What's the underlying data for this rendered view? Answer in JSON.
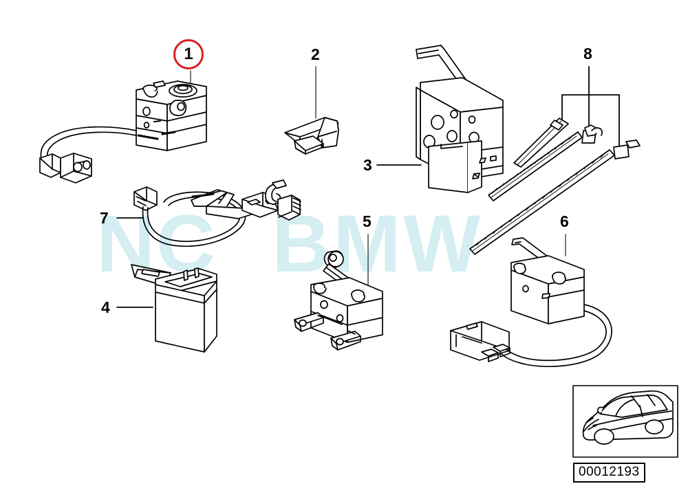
{
  "diagram": {
    "kind": "automotive-parts-exploded-diagram",
    "background_color": "#ffffff",
    "line_color": "#000000",
    "highlight_color": "#d81f1f",
    "watermark_color": "#d4eef2",
    "diagram_number": "00012193",
    "watermark": {
      "part1": "NC",
      "part2": "BMW"
    },
    "callouts": [
      {
        "id": "1",
        "label": "1",
        "highlighted": true,
        "part": "switch-actuator-module-with-cable"
      },
      {
        "id": "2",
        "label": "2",
        "highlighted": false,
        "part": "wedge-bracket-lever"
      },
      {
        "id": "3",
        "label": "3",
        "highlighted": false,
        "part": "door-lock-actuator-module"
      },
      {
        "id": "4",
        "label": "4",
        "highlighted": false,
        "part": "open-box-housing-with-flange"
      },
      {
        "id": "5",
        "label": "5",
        "highlighted": false,
        "part": "microswitch-with-roller-lever"
      },
      {
        "id": "6",
        "label": "6",
        "highlighted": false,
        "part": "lever-switch-with-connector-cable"
      },
      {
        "id": "7",
        "label": "7",
        "highlighted": false,
        "part": "cable-harness-with-bracket"
      },
      {
        "id": "8",
        "label": "8",
        "highlighted": false,
        "part": "cable-ties-set"
      }
    ],
    "inset": {
      "name": "vehicle-silhouette-sedan",
      "id_label": "00012193"
    }
  }
}
